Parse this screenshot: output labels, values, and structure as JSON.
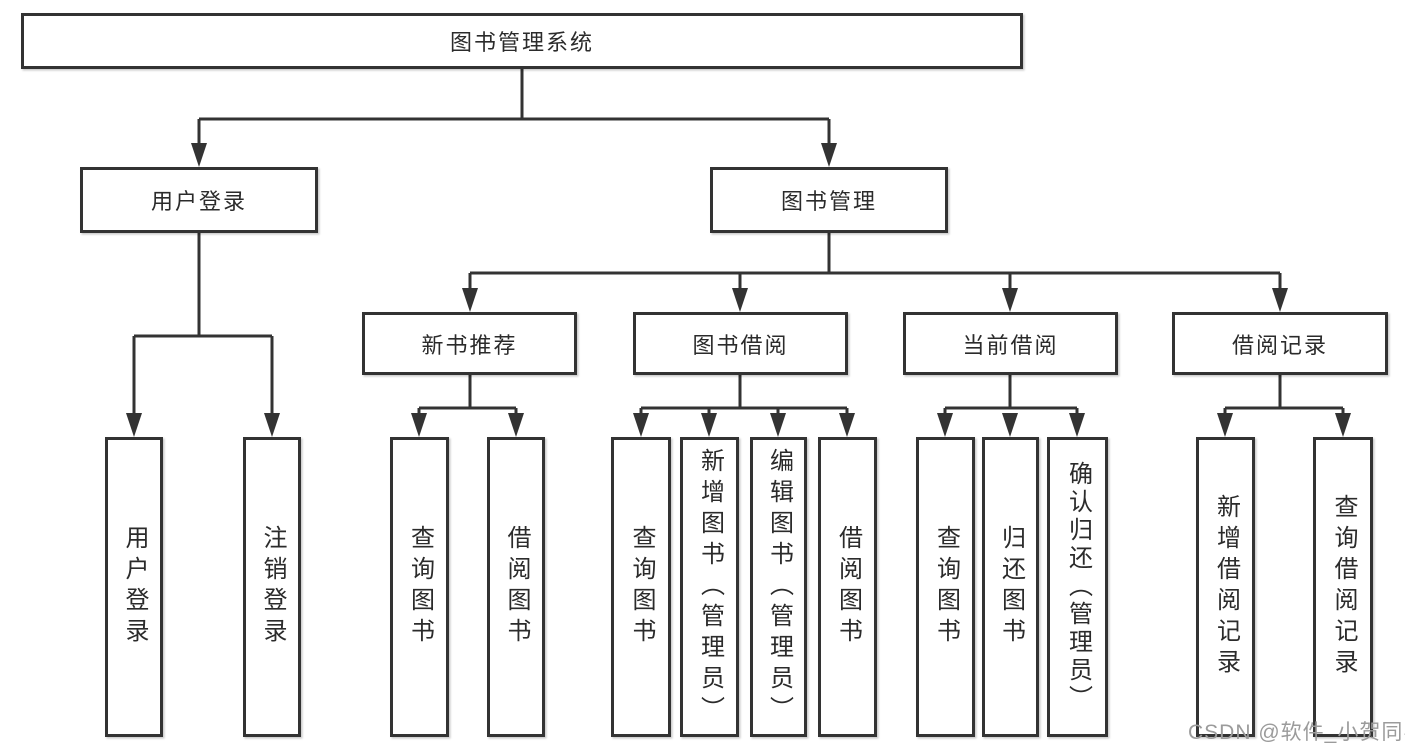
{
  "diagram": {
    "root": {
      "label": "图书管理系统"
    },
    "level2": [
      {
        "label": "用户登录"
      },
      {
        "label": "图书管理"
      }
    ],
    "level3": [
      {
        "label": "新书推荐"
      },
      {
        "label": "图书借阅"
      },
      {
        "label": "当前借阅"
      },
      {
        "label": "借阅记录"
      }
    ],
    "leaves": [
      {
        "label": "用户登录"
      },
      {
        "label": "注销登录"
      },
      {
        "label": "查询图书"
      },
      {
        "label": "借阅图书"
      },
      {
        "label": "查询图书"
      },
      {
        "label": "新增图书（管理员）"
      },
      {
        "label": "编辑图书（管理员）"
      },
      {
        "label": "借阅图书"
      },
      {
        "label": "查询图书"
      },
      {
        "label": "归还图书"
      },
      {
        "label": "确认归还（管理员）"
      },
      {
        "label": "新增借阅记录"
      },
      {
        "label": "查询借阅记录"
      }
    ]
  },
  "watermark": {
    "text": "CSDN @软件_小贺同学"
  },
  "colors": {
    "line": "#333333",
    "box_bg": "#ffffff",
    "text": "#2b2b2b",
    "watermark": "#9b9b9b"
  }
}
